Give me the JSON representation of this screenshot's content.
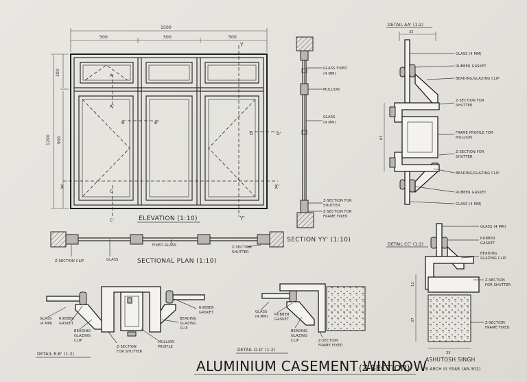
{
  "title": {
    "main": "ALUMINIUM CASEMENT WINDOW",
    "paren": "(Z-SECTION)",
    "author": "ASHUTOSH SINGH",
    "course": "B ARCH III YEAR (AR-302)"
  },
  "elevation": {
    "label": "ELEVATION (1:10)",
    "dim_total": "1500",
    "dim_left": "500",
    "dim_mid": "500",
    "dim_right": "500",
    "dim_top": "300",
    "dim_height": "1200",
    "dim_lower": "900",
    "marks": {
      "a": "A",
      "a2": "A'",
      "b": "B",
      "b2": "B'",
      "c": "C",
      "c2": "C'",
      "d": "D",
      "d2": "D'",
      "x": "X",
      "x2": "X'",
      "y": "Y",
      "y2": "Y'"
    }
  },
  "section_yy": {
    "label": "SECTION YY' (1:10)",
    "notes": {
      "glass_fixed_1": "GLASS FIXED",
      "glass_fixed_2": "(4 MM)",
      "mullion": "MULLION",
      "glass_1": "GLASS",
      "glass_2": "(4 MM)",
      "zshutter_1": "Z-SECTION FOR",
      "zshutter_2": "SHUTTER",
      "zframe_1": "Z-SECTION FOR",
      "zframe_2": "FRAME FIXED"
    }
  },
  "sectional_plan": {
    "label": "SECTIONAL PLAN (1:10)",
    "notes": {
      "fixed_glass": "FIXED GLASS",
      "zsection_1": "Z-SECTION",
      "zsection_2": "SHUTTER",
      "zclip": "Z-SECTION CLIP",
      "glass": "GLASS"
    }
  },
  "detail_aa": {
    "label": "DETAIL AA' (1:2)",
    "dim_top": "35",
    "dim_side": "63",
    "notes": {
      "glass": "GLASS (4 MM)",
      "gasket": "RUBBER GASKET",
      "beading": "BEADING/GLAZING CLIP",
      "z1_1": "Z-SECTION FOR",
      "z1_2": "SHUTTER",
      "frame_1": "FRAME PROFILE FOR",
      "frame_2": "MULLION",
      "z2_1": "Z-SECTION FOR",
      "z2_2": "SHUTTER",
      "beading2": "BEADING/GLAZING CLIP",
      "gasket2": "RUBBER GASKET",
      "glass2": "GLASS (4 MM)"
    }
  },
  "detail_cc": {
    "label": "DETAIL CC' (1:2)",
    "dim_w": "35",
    "dim_h1": "13",
    "dim_h2": "37",
    "notes": {
      "glass": "GLASS (4 MM)",
      "gasket_1": "RUBBER",
      "gasket_2": "GASKET",
      "beading_1": "BEADING",
      "beading_2": "GLAZING CLIP",
      "zshutter_1": "Z-SECTION",
      "zshutter_2": "FOR SHUTTER",
      "zframe_1": "Z-SECTION",
      "zframe_2": "FRAME FIXED"
    }
  },
  "detail_bb": {
    "label": "DETAIL B-B' (1:2)",
    "notes": {
      "glass_1": "GLASS",
      "glass_2": "(4 MM)",
      "gasket_1": "RUBBER",
      "gasket_2": "GASKET",
      "beading_1": "BEADING",
      "beading_2": "GLAZING",
      "beading_3": "CLIP",
      "z_1": "Z-SECTION",
      "z_2": "FOR SHUTTER",
      "mullion_1": "MULLION",
      "mullion_2": "PROFILE",
      "beading_r1": "BEADING",
      "beading_r2": "GLAZING",
      "beading_r3": "CLIP",
      "gasket_r1": "RUBBER",
      "gasket_r2": "GASKET"
    }
  },
  "detail_dd": {
    "label": "DETAIL D-D' (1:2)",
    "notes": {
      "glass_1": "GLASS",
      "glass_2": "(4 MM)",
      "gasket_1": "RUBBER",
      "gasket_2": "GASKET",
      "beading_1": "BEADING",
      "beading_2": "GLAZING",
      "beading_3": "CLIP",
      "z_1": "Z-SECTION",
      "z_2": "FRAME FIXED"
    }
  }
}
